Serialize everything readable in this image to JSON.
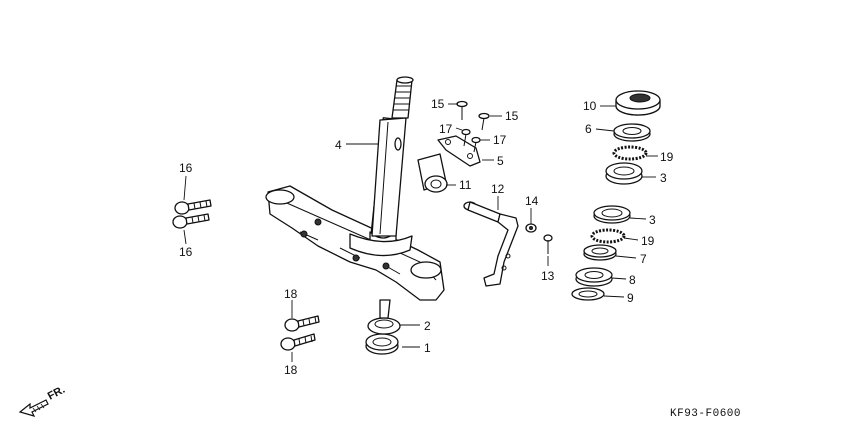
{
  "diagram": {
    "diagram_code": "KF93-F0600",
    "front_indicator": "FR.",
    "callouts": {
      "c1": "1",
      "c2": "2",
      "c3a": "3",
      "c3b": "3",
      "c4": "4",
      "c5": "5",
      "c6": "6",
      "c7": "7",
      "c8": "8",
      "c9": "9",
      "c10": "10",
      "c11": "11",
      "c12": "12",
      "c13": "13",
      "c14": "14",
      "c15a": "15",
      "c15b": "15",
      "c16a": "16",
      "c16b": "16",
      "c17a": "17",
      "c17b": "17",
      "c18a": "18",
      "c18b": "18",
      "c19a": "19",
      "c19b": "19"
    }
  }
}
